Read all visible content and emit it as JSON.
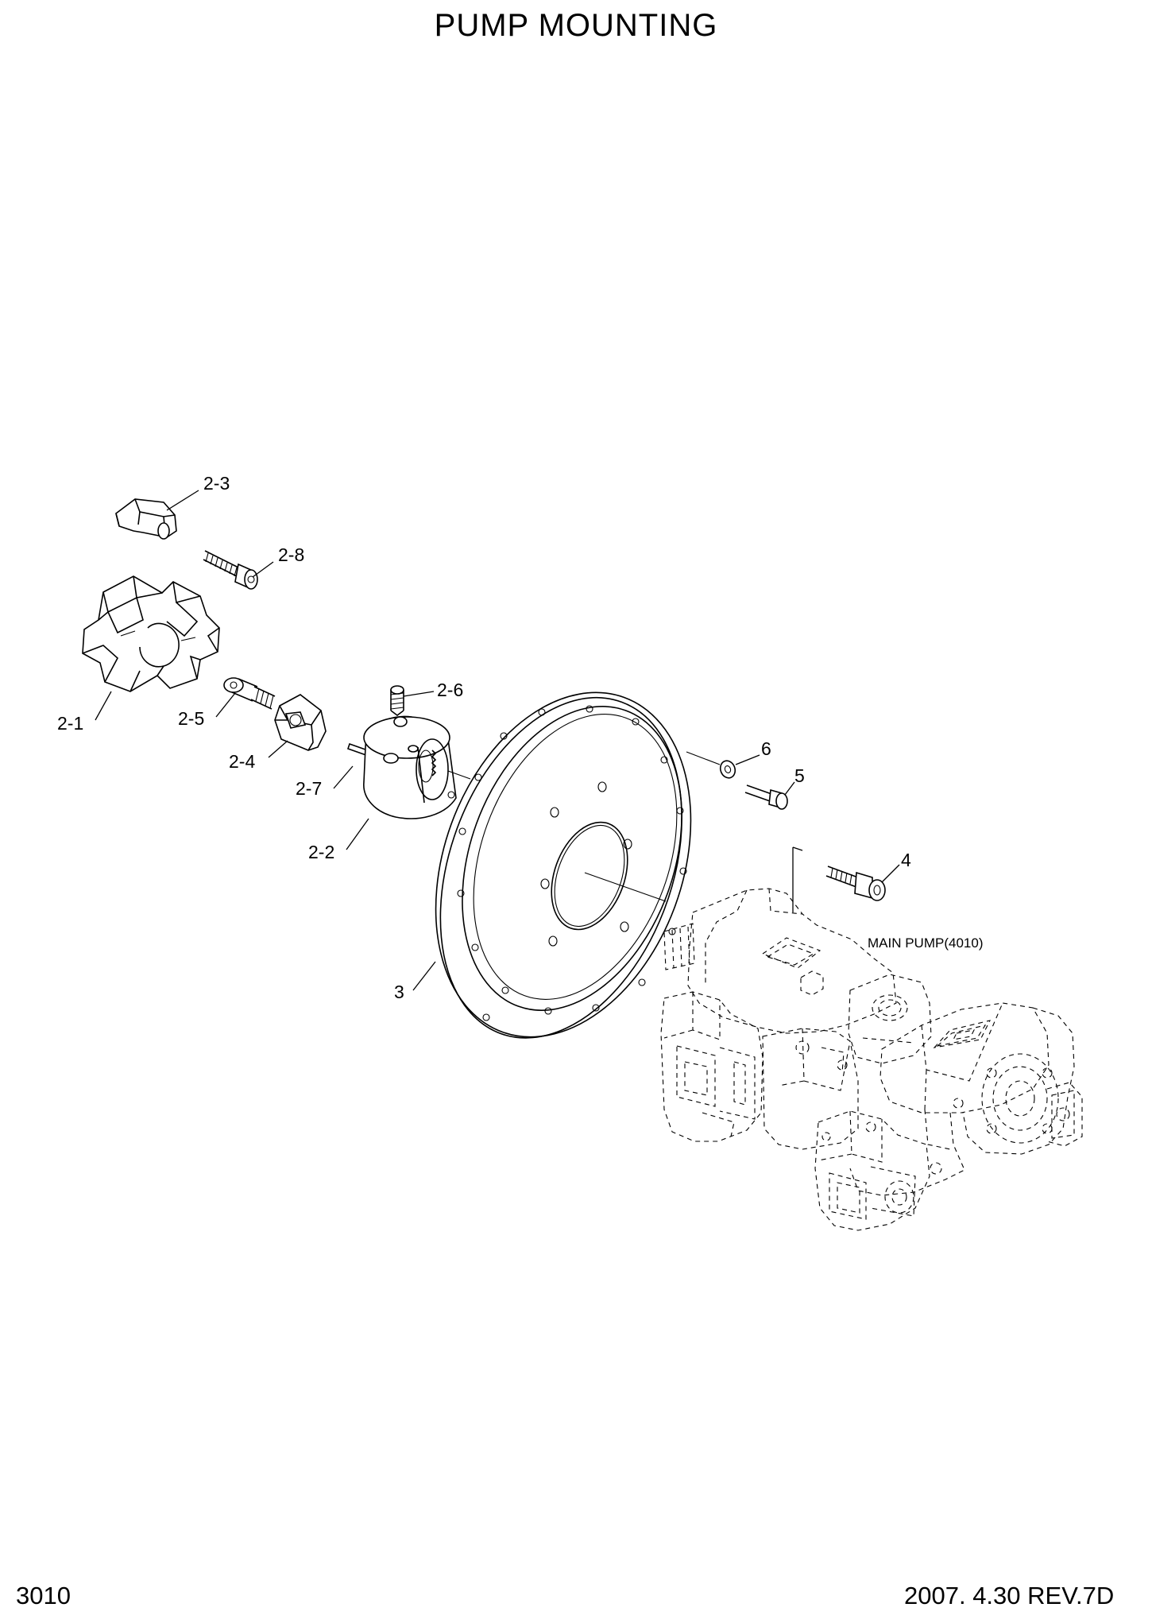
{
  "title": "PUMP MOUNTING",
  "page_number": "3010",
  "revision": "2007. 4.30  REV.7D",
  "callouts": {
    "c2_1": "2-1",
    "c2_2": "2-2",
    "c2_3": "2-3",
    "c2_4": "2-4",
    "c2_5": "2-5",
    "c2_6": "2-6",
    "c2_7": "2-7",
    "c2_8": "2-8",
    "c3": "3",
    "c4": "4",
    "c5": "5",
    "c6": "6"
  },
  "main_pump_label": "MAIN PUMP(4010)"
}
